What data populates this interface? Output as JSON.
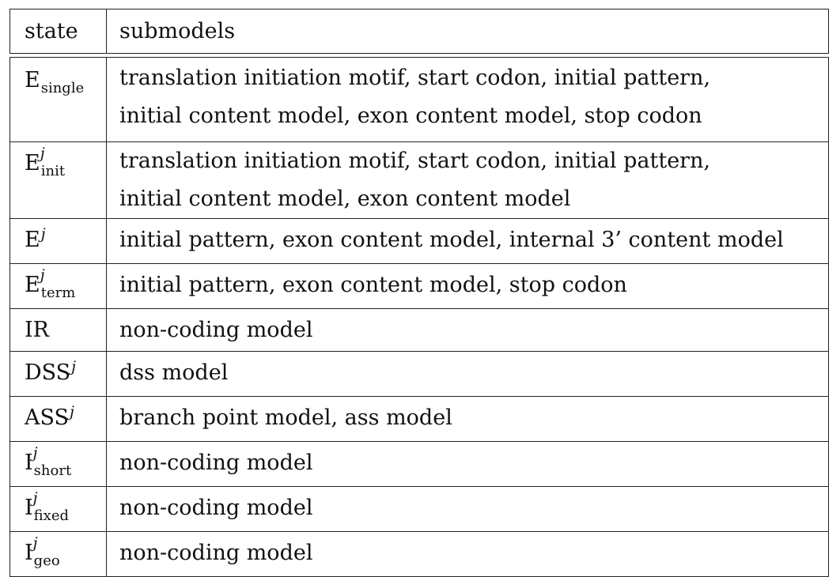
{
  "table": {
    "headers": {
      "state": "state",
      "submodels": "submodels"
    },
    "rows": [
      {
        "base": "E",
        "sup": "",
        "sub": "single",
        "line1": "translation initiation motif, start codon, initial pattern,",
        "line2": "initial content model, exon content model, stop codon"
      },
      {
        "base": "E",
        "sup": "j",
        "sub": "init",
        "line1": "translation initiation motif, start codon, initial pattern,",
        "line2": "initial content model, exon content model"
      },
      {
        "base": "E",
        "sup": "j",
        "sub": "",
        "line1": "initial pattern, exon content model, internal 3’ content model"
      },
      {
        "base": "E",
        "sup": "j",
        "sub": "term",
        "line1": "initial pattern, exon content model, stop codon"
      },
      {
        "base": "IR",
        "sup": "",
        "sub": "",
        "line1": "non-coding model"
      },
      {
        "base": "DSS",
        "sup": "j",
        "sub": "",
        "line1": "dss model"
      },
      {
        "base": "ASS",
        "sup": "j",
        "sub": "",
        "line1": "branch point model, ass model"
      },
      {
        "base": "I",
        "sup": "j",
        "sub": "short",
        "line1": "non-coding model"
      },
      {
        "base": "I",
        "sup": "j",
        "sub": "fixed",
        "line1": "non-coding model"
      },
      {
        "base": "I",
        "sup": "j",
        "sub": "geo",
        "line1": "non-coding model"
      }
    ]
  }
}
